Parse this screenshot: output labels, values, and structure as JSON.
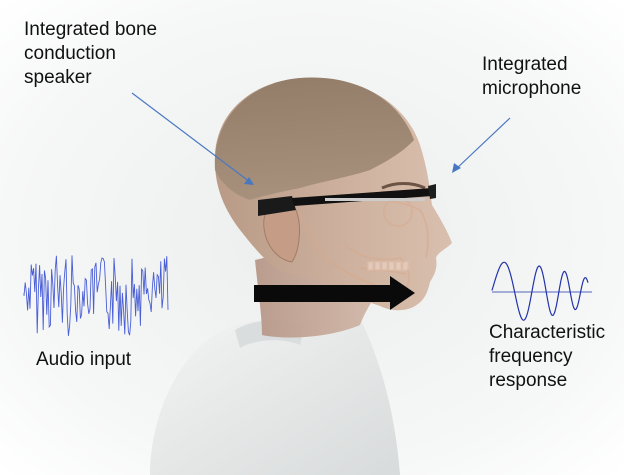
{
  "labels": {
    "speaker": [
      "Integrated bone",
      "conduction",
      "speaker"
    ],
    "microphone": [
      "Integrated",
      "microphone"
    ],
    "audio_input": "Audio input",
    "frequency_response": [
      "Characteristic",
      "frequency",
      "response"
    ]
  },
  "colors": {
    "label_text": "#111111",
    "leader_line": "#4a78c0",
    "audio_waveform": "#4a5fd6",
    "sine_wave": "#2233aa",
    "skin": "#c9a790",
    "shirt": "#e9ebeb",
    "arrow": "#0a0a0a"
  },
  "icons": {
    "head": "human-head-xray-icon",
    "glasses": "smart-glasses-icon",
    "waveform": "audio-waveform-icon",
    "sine": "sine-wave-icon",
    "arrow": "right-arrow-icon"
  }
}
